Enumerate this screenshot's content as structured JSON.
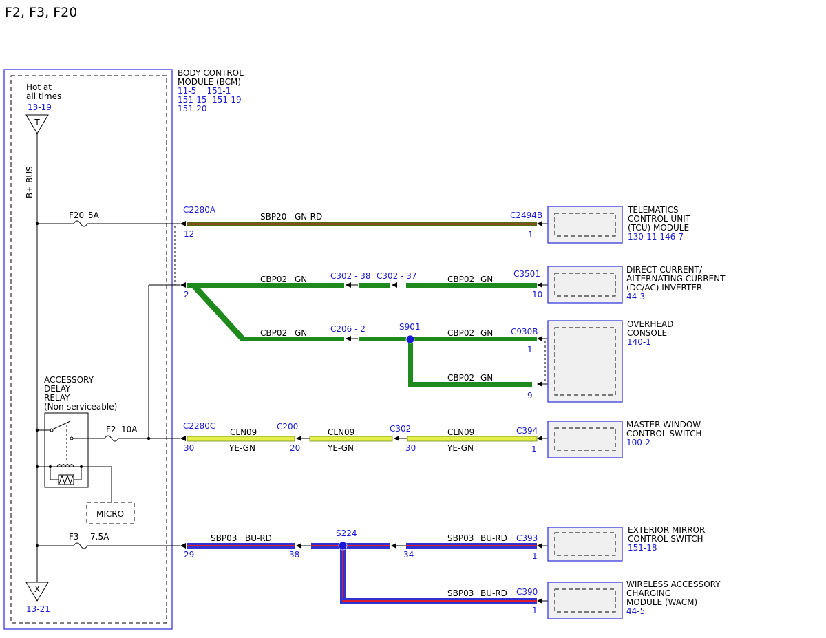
{
  "title": "F2, F3, F20",
  "bcm": {
    "name_lines": [
      "BODY CONTROL",
      "MODULE (BCM)"
    ],
    "ref_lines": [
      "11-5    151-1",
      "151-15  151-19",
      "151-20"
    ]
  },
  "hot": {
    "lines": [
      "Hot at",
      "all times"
    ],
    "ref": "13-19",
    "symbol": "T"
  },
  "bus_label": "B+ BUS",
  "ground": {
    "symbol": "X",
    "ref": "13-21"
  },
  "relay": {
    "lines": [
      "ACCESSORY",
      "DELAY",
      "RELAY",
      "(Non-serviceable)"
    ]
  },
  "micro": "MICRO",
  "fuses": {
    "f20": {
      "name": "F20",
      "rating": "5A"
    },
    "f2": {
      "name": "F2",
      "rating": "10A"
    },
    "f3": {
      "name": "F3",
      "rating": "7.5A"
    }
  },
  "wires": {
    "tcu": {
      "connector": "C2280A",
      "pin": "12",
      "circuit": "SBP20",
      "color": "GN-RD",
      "end_connector": "C2494B",
      "end_pin": "1"
    },
    "dcac": {
      "connector": "C2280A",
      "pin": "2",
      "circuit1": "CBP02",
      "color1": "GN",
      "inline1": "C302 - 38",
      "inline2": "C302 - 37",
      "circuit2": "CBP02",
      "color2": "GN",
      "end_connector": "C3501",
      "end_pin": "10"
    },
    "overhead": {
      "circuit1": "CBP02",
      "color1": "GN",
      "inline": "C206 - 2",
      "splice": "S901",
      "circuit2": "CBP02",
      "color2": "GN",
      "end_connector": "C930B",
      "end_pin": "1",
      "circuit3": "CBP02",
      "color3": "GN",
      "end_pin2": "9"
    },
    "mwcs": {
      "connector": "C2280C",
      "pin": "30",
      "circuit1": "CLN09",
      "color1": "YE-GN",
      "inline1": "C200",
      "inline1_pin": "20",
      "circuit2": "CLN09",
      "color2": "YE-GN",
      "inline2": "C302",
      "inline2_pin": "30",
      "circuit3": "CLN09",
      "color3": "YE-GN",
      "end_connector": "C394",
      "end_pin": "1"
    },
    "mirror": {
      "pin": "29",
      "circuit1": "SBP03",
      "color1": "BU-RD",
      "pin2": "38",
      "splice": "S224",
      "pin3": "34",
      "circuit2": "SBP03",
      "color2": "BU-RD",
      "end_connector": "C393",
      "end_pin": "1"
    },
    "wacm": {
      "circuit": "SBP03",
      "color": "BU-RD",
      "end_connector": "C390",
      "end_pin": "1"
    }
  },
  "modules": {
    "tcu": {
      "lines": [
        "TELEMATICS",
        "CONTROL UNIT",
        "(TCU) MODULE"
      ],
      "ref": "130-11 146-7"
    },
    "dcac": {
      "lines": [
        "DIRECT CURRENT/",
        "ALTERNATING CURRENT",
        "(DC/AC) INVERTER"
      ],
      "ref": "44-3"
    },
    "overhead": {
      "lines": [
        "OVERHEAD",
        "CONSOLE"
      ],
      "ref": "140-1"
    },
    "mwcs": {
      "lines": [
        "MASTER WINDOW",
        "CONTROL SWITCH"
      ],
      "ref": "100-2"
    },
    "mirror": {
      "lines": [
        "EXTERIOR MIRROR",
        "CONTROL SWITCH"
      ],
      "ref": "151-18"
    },
    "wacm": {
      "lines": [
        "WIRELESS ACCESSORY",
        "CHARGING",
        "MODULE (WACM)"
      ],
      "ref": "44-5"
    }
  },
  "colors": {
    "gn_rd_fill": "#4e6a14",
    "gn_rd_stripe": "#b03a1a",
    "gn": "#1e8a1e",
    "ye": "#e6ee4a",
    "ye_edge": "#6a8a1a",
    "bu": "#3232d2",
    "rd": "#d81e2a",
    "blue": "#1a1ad6"
  }
}
